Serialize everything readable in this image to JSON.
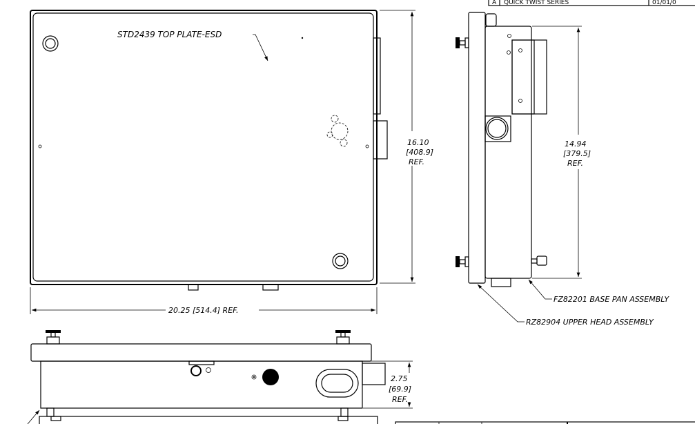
{
  "title_block": {
    "rev": "A",
    "description": "QUICK TWIST SERIES",
    "date": "01/01/0"
  },
  "top_view": {
    "part_label": "STD2439 TOP PLATE-ESD",
    "height_dim": {
      "value": "16.10",
      "metric": "[408.9]",
      "note": "REF."
    },
    "width_dim": "20.25 [514.4] REF."
  },
  "side_view": {
    "height_dim": {
      "value": "14.94",
      "metric": "[379.5]",
      "note": "REF."
    },
    "base_pan_label": "FZ82201 BASE PAN ASSEMBLY",
    "upper_head_label": "RZ82904 UPPER HEAD ASSEMBLY"
  },
  "front_view": {
    "height_dim": {
      "value": "2.75",
      "metric": "[69.9]",
      "note": "REF."
    }
  }
}
